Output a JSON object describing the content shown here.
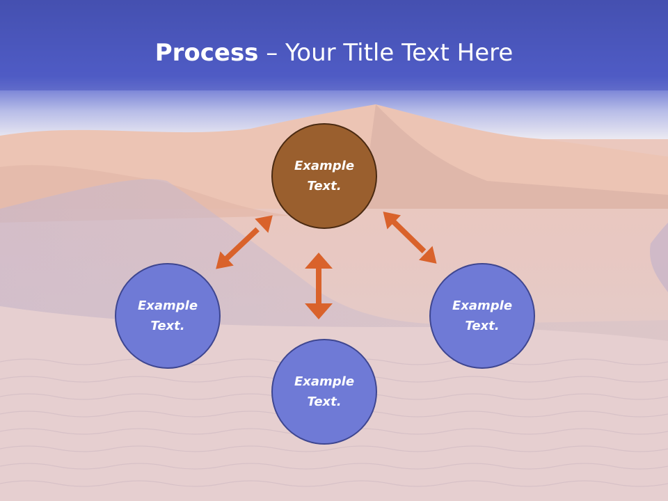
{
  "slide": {
    "title_bold": "Process",
    "title_rest": " – Your Title Text Here",
    "nodes": [
      {
        "id": "top",
        "line1": "Example",
        "line2": "Text.",
        "color": "#9a5f2e"
      },
      {
        "id": "left",
        "line1": "Example",
        "line2": "Text.",
        "color": "#6f7ad6"
      },
      {
        "id": "bottom",
        "line1": "Example",
        "line2": "Text.",
        "color": "#6f7ad6"
      },
      {
        "id": "right",
        "line1": "Example",
        "line2": "Text.",
        "color": "#6f7ad6"
      }
    ],
    "arrow_color": "#d9622b",
    "header_color": "#4a55bf"
  }
}
